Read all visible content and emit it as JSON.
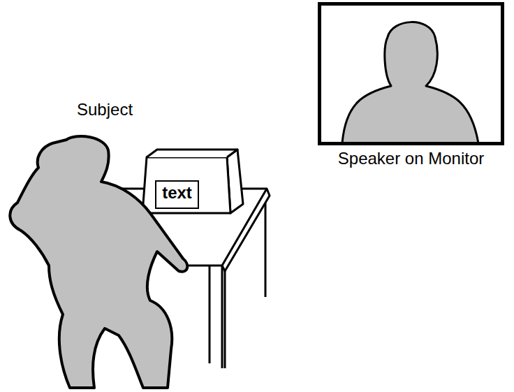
{
  "diagram": {
    "nodes": [
      {
        "text": [
          "Speaker on Monitor"
        ]
      },
      {
        "text": [
          "text"
        ]
      }
    ],
    "edges": [],
    "labels": [
      "Subject"
    ]
  }
}
